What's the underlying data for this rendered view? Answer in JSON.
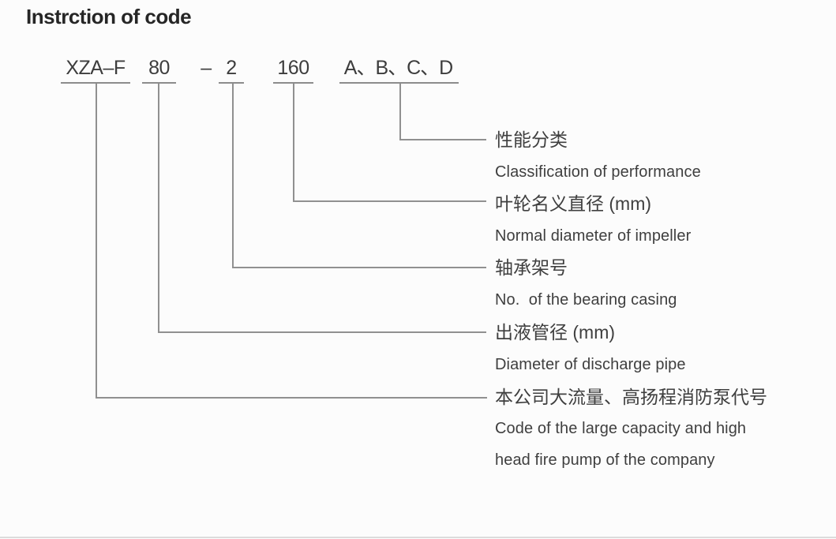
{
  "page": {
    "title": "Instrction of code"
  },
  "code": {
    "separator": "–",
    "segments": [
      {
        "name": "series",
        "text": "XZA–F"
      },
      {
        "name": "discharge",
        "text": "80"
      },
      {
        "name": "bearing",
        "text": "2"
      },
      {
        "name": "impeller",
        "text": "160"
      },
      {
        "name": "performance",
        "text": "A、B、C、D"
      }
    ]
  },
  "labels": [
    {
      "zh": "性能分类",
      "en": "Classification of performance"
    },
    {
      "zh": "叶轮名义直径 (mm)",
      "en": "Normal diameter of impeller"
    },
    {
      "zh": "轴承架号",
      "en": "No.  of the bearing casing"
    },
    {
      "zh": "出液管径 (mm)",
      "en": "Diameter of discharge pipe"
    },
    {
      "zh": "本公司大流量、高扬程消防泵代号",
      "en": "Code of the large capacity and high",
      "en2": "head fire pump of the company"
    }
  ],
  "colors": {
    "title": "#262626",
    "text": "#3d3d3d",
    "label": "#3f3f3f",
    "line": "#909090",
    "background": "#fcfcfc",
    "bottom_rule": "#dcdcdc"
  }
}
